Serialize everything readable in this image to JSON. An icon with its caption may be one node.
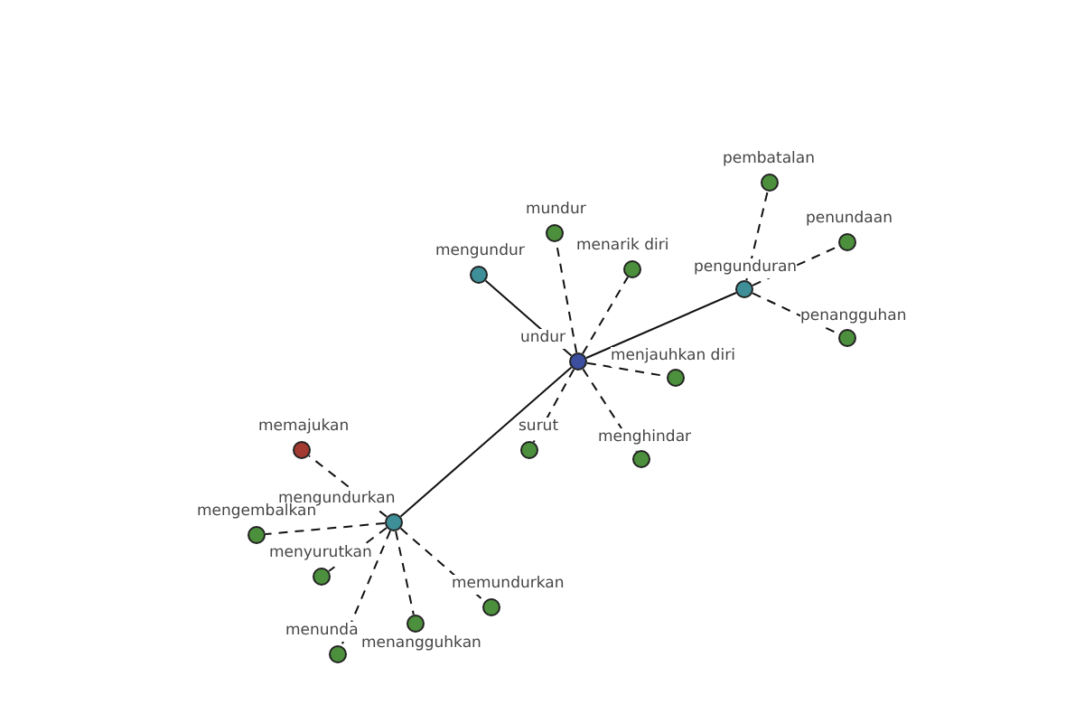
{
  "diagram": {
    "nodes": [
      {
        "text": [
          "undur"
        ]
      },
      {
        "text": [
          "mengundur"
        ]
      },
      {
        "text": [
          "mundur"
        ]
      },
      {
        "text": [
          "menarik diri"
        ]
      },
      {
        "text": [
          "pengunduran"
        ]
      },
      {
        "text": [
          "pembatalan"
        ]
      },
      {
        "text": [
          "penundaan"
        ]
      },
      {
        "text": [
          "penangguhan"
        ]
      },
      {
        "text": [
          "menjauhkan diri"
        ]
      },
      {
        "text": [
          "menghindar"
        ]
      },
      {
        "text": [
          "surut"
        ]
      },
      {
        "text": [
          "mengundurkan"
        ]
      },
      {
        "text": [
          "memajukan"
        ]
      },
      {
        "text": [
          "mengembalkan"
        ]
      },
      {
        "text": [
          "menyurutkan"
        ]
      },
      {
        "text": [
          "memundurkan"
        ]
      },
      {
        "text": [
          "menangguhkan"
        ]
      },
      {
        "text": [
          "menunda"
        ]
      }
    ],
    "edges": [
      {
        "from": 0,
        "to": 1,
        "arrow": "none"
      },
      {
        "from": 0,
        "to": 2,
        "arrow": "none",
        "style": "dashed"
      },
      {
        "from": 0,
        "to": 3,
        "arrow": "none",
        "style": "dashed"
      },
      {
        "from": 0,
        "to": 4,
        "arrow": "none"
      },
      {
        "from": 4,
        "to": 5,
        "arrow": "none",
        "style": "dashed"
      },
      {
        "from": 4,
        "to": 6,
        "arrow": "none",
        "style": "dashed"
      },
      {
        "from": 4,
        "to": 7,
        "arrow": "none",
        "style": "dashed"
      },
      {
        "from": 0,
        "to": 8,
        "arrow": "none",
        "style": "dashed"
      },
      {
        "from": 0,
        "to": 9,
        "arrow": "none",
        "style": "dashed"
      },
      {
        "from": 0,
        "to": 10,
        "arrow": "none",
        "style": "dashed"
      },
      {
        "from": 0,
        "to": 11,
        "arrow": "none"
      },
      {
        "from": 11,
        "to": 12,
        "arrow": "none",
        "style": "dashed"
      },
      {
        "from": 11,
        "to": 13,
        "arrow": "none",
        "style": "dashed"
      },
      {
        "from": 11,
        "to": 14,
        "arrow": "none",
        "style": "dashed"
      },
      {
        "from": 11,
        "to": 15,
        "arrow": "none",
        "style": "dashed"
      },
      {
        "from": 11,
        "to": 16,
        "arrow": "none",
        "style": "dashed"
      },
      {
        "from": 11,
        "to": 17,
        "arrow": "none",
        "style": "dashed"
      }
    ]
  }
}
